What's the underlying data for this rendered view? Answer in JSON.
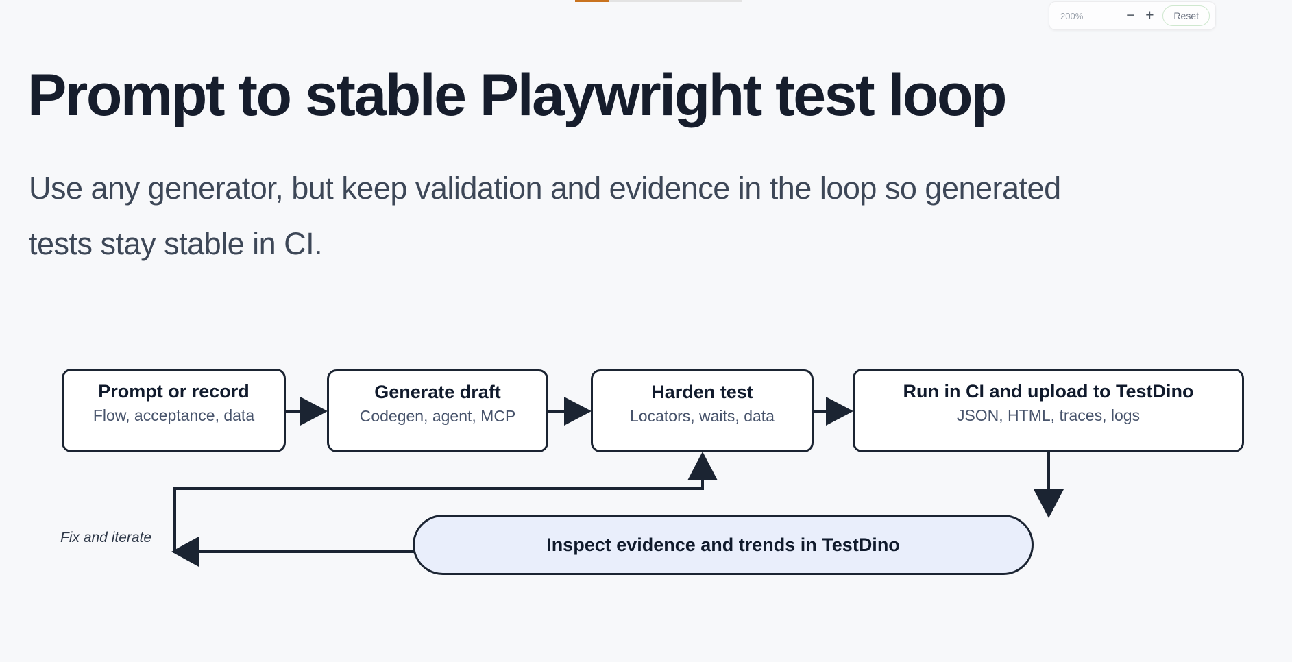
{
  "colors": {
    "page-bg": "#f7f8fa",
    "ink": "#1b2432",
    "ink-text": "#161d2c",
    "box-bg": "#ffffff",
    "pill-bg": "#e9eefb",
    "accent-orange": "#c9731f",
    "bar-gray": "#e3e3e3"
  },
  "toolbar": {
    "zoom_level": "200%",
    "minus_label": "−",
    "plus_label": "+",
    "reset_label": "Reset"
  },
  "header": {
    "title": "Prompt to stable Playwright test loop",
    "subtitle_line1": "Use any generator, but keep validation and evidence in the loop so generated",
    "subtitle_line2": "tests stay stable in CI."
  },
  "diagram": {
    "nodes": [
      {
        "title": "Prompt or record",
        "subtitle": "Flow, acceptance, data"
      },
      {
        "title": "Generate draft",
        "subtitle": "Codegen, agent, MCP"
      },
      {
        "title": "Harden test",
        "subtitle": "Locators, waits, data"
      },
      {
        "title": "Run in CI and upload to TestDino",
        "subtitle": "JSON, HTML, traces, logs"
      }
    ],
    "pill": {
      "label": "Inspect evidence and trends in TestDino"
    },
    "loop_label": "Fix and iterate"
  }
}
